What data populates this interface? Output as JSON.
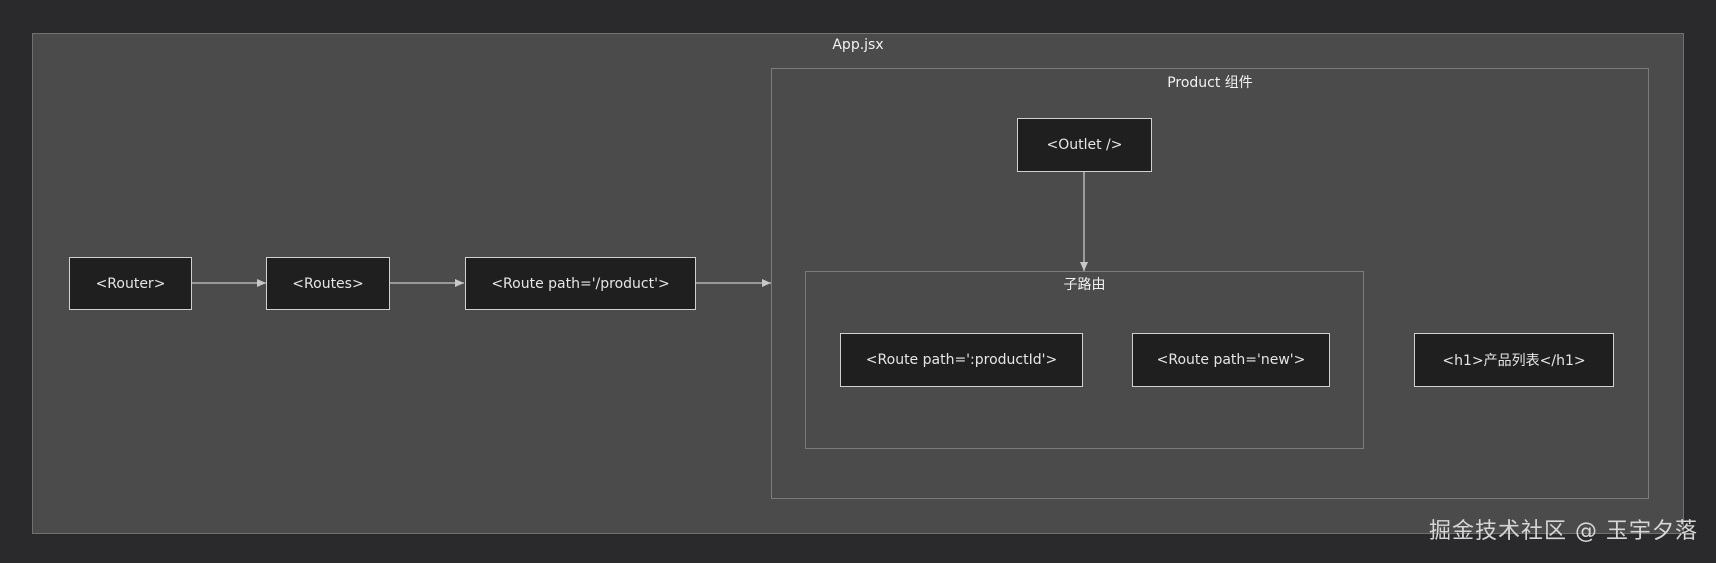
{
  "clusters": {
    "app": "App.jsx",
    "product": "Product 组件",
    "children": "子路由"
  },
  "nodes": {
    "router": "<Router>",
    "routes": "<Routes>",
    "route_product": "<Route path='/product'>",
    "outlet": "<Outlet />",
    "route_product_id": "<Route path=':productId'>",
    "route_new": "<Route path='new'>",
    "h1": "<h1>产品列表</h1>"
  },
  "edges": [
    {
      "from": "router",
      "to": "routes"
    },
    {
      "from": "routes",
      "to": "route_product"
    },
    {
      "from": "route_product",
      "to": "product_cluster"
    },
    {
      "from": "outlet",
      "to": "children_cluster"
    }
  ],
  "colors": {
    "background": "#2a2a2c",
    "cluster_fill": "#4a4b4a",
    "node_fill": "#1f1f1f",
    "node_border": "#d0d0d0",
    "edge": "#c8c8c8"
  },
  "watermark": "掘金技术社区 @ 玉宇夕落"
}
